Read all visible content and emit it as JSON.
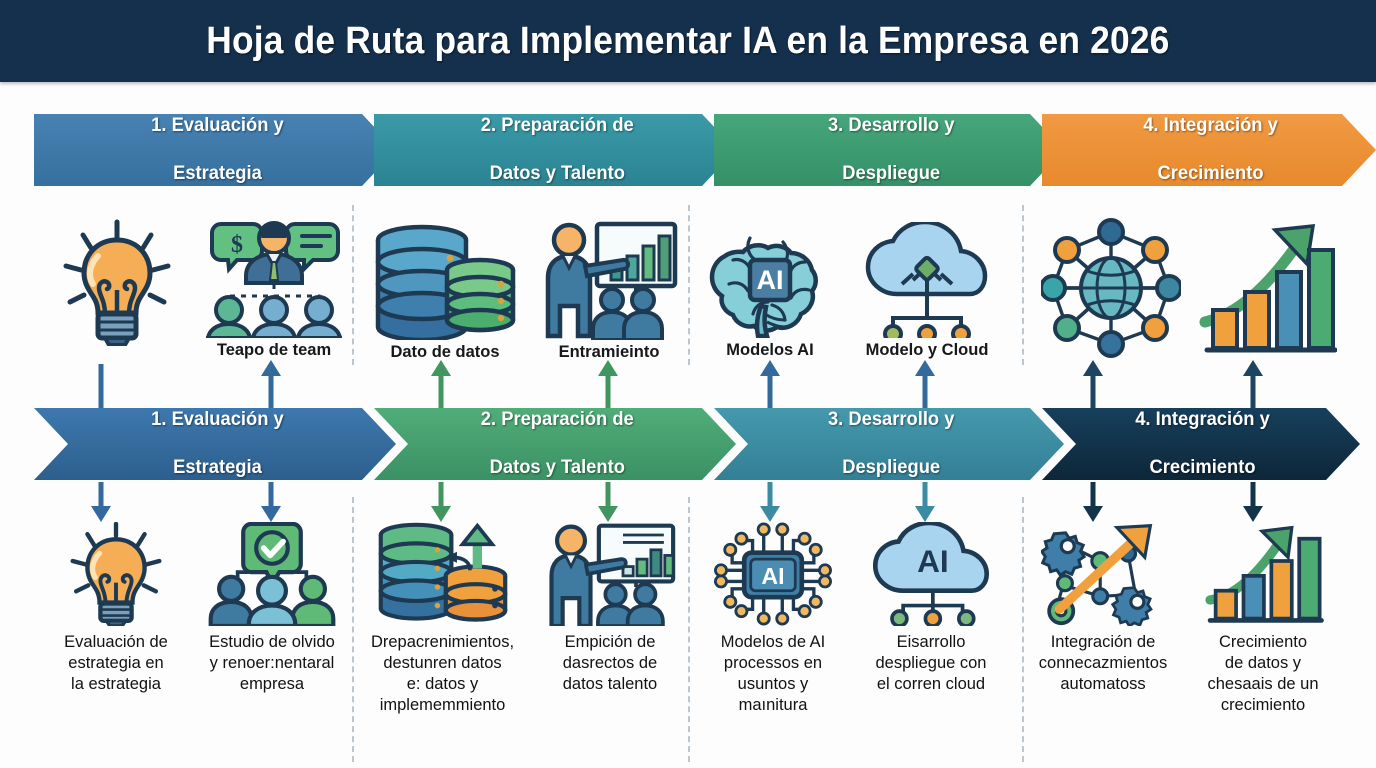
{
  "header": {
    "title": "Hoja de Ruta para Implementar IA en la Empresa en 2026",
    "bg_color": "#15304c",
    "text_color": "#ffffff"
  },
  "phase_row_top": [
    {
      "label": "1. Evaluación y\nEstrategia",
      "line1": "1. Evaluación y",
      "line2": "Estrategia",
      "color": "#3b77a8"
    },
    {
      "label": "2. Preparación de\nDatos y Talento",
      "line1": "2. Preparación de",
      "line2": "Datos y Talento",
      "color": "#2f8e9e"
    },
    {
      "label": "3. Desarrollo y\nDespliegue",
      "line1": "3. Desarrollo y",
      "line2": "Despliegue",
      "color": "#3c9b72"
    },
    {
      "label": "4. Integración y\nCrecimiento",
      "line1": "4. Integración y",
      "line2": "Crecimiento",
      "color": "#ef9038"
    }
  ],
  "phase_row_bottom": [
    {
      "line1": "1. Evaluación y",
      "line2": "Estrategia",
      "color": "#33699f"
    },
    {
      "line1": "2. Preparación de",
      "line2": "Datos y Talento",
      "color": "#44a070"
    },
    {
      "line1": "3. Desarrollo y",
      "line2": "Despliegue",
      "color": "#3b8ca3"
    },
    {
      "line1": "4. Integración y",
      "line2": "Crecimiento",
      "color": "#123349"
    }
  ],
  "icon_row_top": [
    {
      "icon": "lightbulb-icon",
      "label": ""
    },
    {
      "icon": "team-org-chart-icon",
      "label": "Teapo de team"
    },
    {
      "icon": "database-stack-icon",
      "label": "Dato de datos"
    },
    {
      "icon": "presenter-chart-icon",
      "label": "Entramieinto"
    },
    {
      "icon": "brain-ai-chip-icon",
      "label": "Modelos AI"
    },
    {
      "icon": "cloud-upload-icon",
      "label": "Modelo y Cloud"
    },
    {
      "icon": "network-globe-icon",
      "label": ""
    },
    {
      "icon": "growth-bar-arrow-icon",
      "label": ""
    }
  ],
  "icon_row_bottom": [
    {
      "icon": "lightbulb-icon",
      "caption": "Evaluación de\nestrategia en\nla estrategia",
      "lines": [
        "Evaluación de",
        "estrategia en",
        "la estrategia"
      ]
    },
    {
      "icon": "team-approved-icon",
      "caption": "Estudio de olvido\ny renoer:nentaral\nempresa",
      "lines": [
        "Estudio de olvido",
        "y renoer:nentaral",
        "empresa"
      ]
    },
    {
      "icon": "database-transfer-icon",
      "caption": "Drepacrenimientos,\ndestunren datos\ne: datos y\nimplememmiento",
      "lines": [
        "Drepacrenimientos,",
        "destunren datos",
        "e: datos y",
        "implememmiento"
      ]
    },
    {
      "icon": "presenter-chart-icon",
      "caption": "Empición de\ndasrectos de\ndatos talento",
      "lines": [
        "Empición de",
        "dasrectos de",
        "datos talento"
      ]
    },
    {
      "icon": "ai-chip-circuit-icon",
      "caption": "Modelos de AI\nprocessos en\nusuntos y\nmaınitura",
      "lines": [
        "Modelos de AI",
        "processos en",
        "usuntos y",
        "maınitura"
      ]
    },
    {
      "icon": "ai-cloud-icon",
      "caption": "Eisarrollo\ndespliegue con\nel corren cloud",
      "lines": [
        "Eisarrollo",
        "despliegue con",
        "el corren cloud"
      ]
    },
    {
      "icon": "gears-network-arrow-icon",
      "caption": "Integración de\nconnecazmientos\nautomatoss",
      "lines": [
        "Integración de",
        "connecazmientos",
        "automatoss"
      ]
    },
    {
      "icon": "growth-bar-arrow-icon",
      "caption": "Crecimiento\nde datos y\nchesaais de un\ncrecimiento",
      "lines": [
        "Crecimiento",
        "de datos y",
        "chesaais de un",
        "crecimiento"
      ]
    }
  ],
  "connectors": {
    "up_arrows_color_blue": "#336a9c",
    "up_arrows_color_green": "#41955f",
    "down_arrows_color_blue": "#33699f",
    "down_arrows_color_dark": "#123349"
  },
  "palette": {
    "navy": "#15304c",
    "blue": "#3b77a8",
    "teal": "#2f8e9e",
    "green": "#3c9b72",
    "orange": "#ef9038",
    "page_bg": "#fdfdfd",
    "divider": "#bcc6cf"
  }
}
